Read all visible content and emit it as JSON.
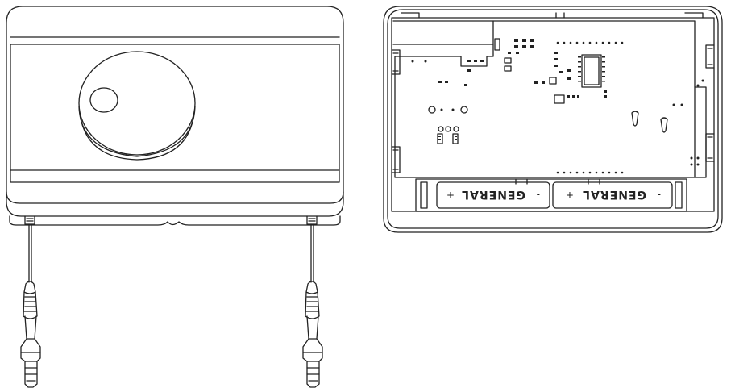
{
  "figure": {
    "line_color": "#222222",
    "front_view": {
      "knob": "rotary-knob",
      "probes": 2
    },
    "rear_view": {
      "batteries": [
        {
          "brand": "GENERAL",
          "plus": "+",
          "minus": "-"
        },
        {
          "brand": "GENERAL",
          "plus": "+",
          "minus": "-"
        }
      ]
    }
  }
}
